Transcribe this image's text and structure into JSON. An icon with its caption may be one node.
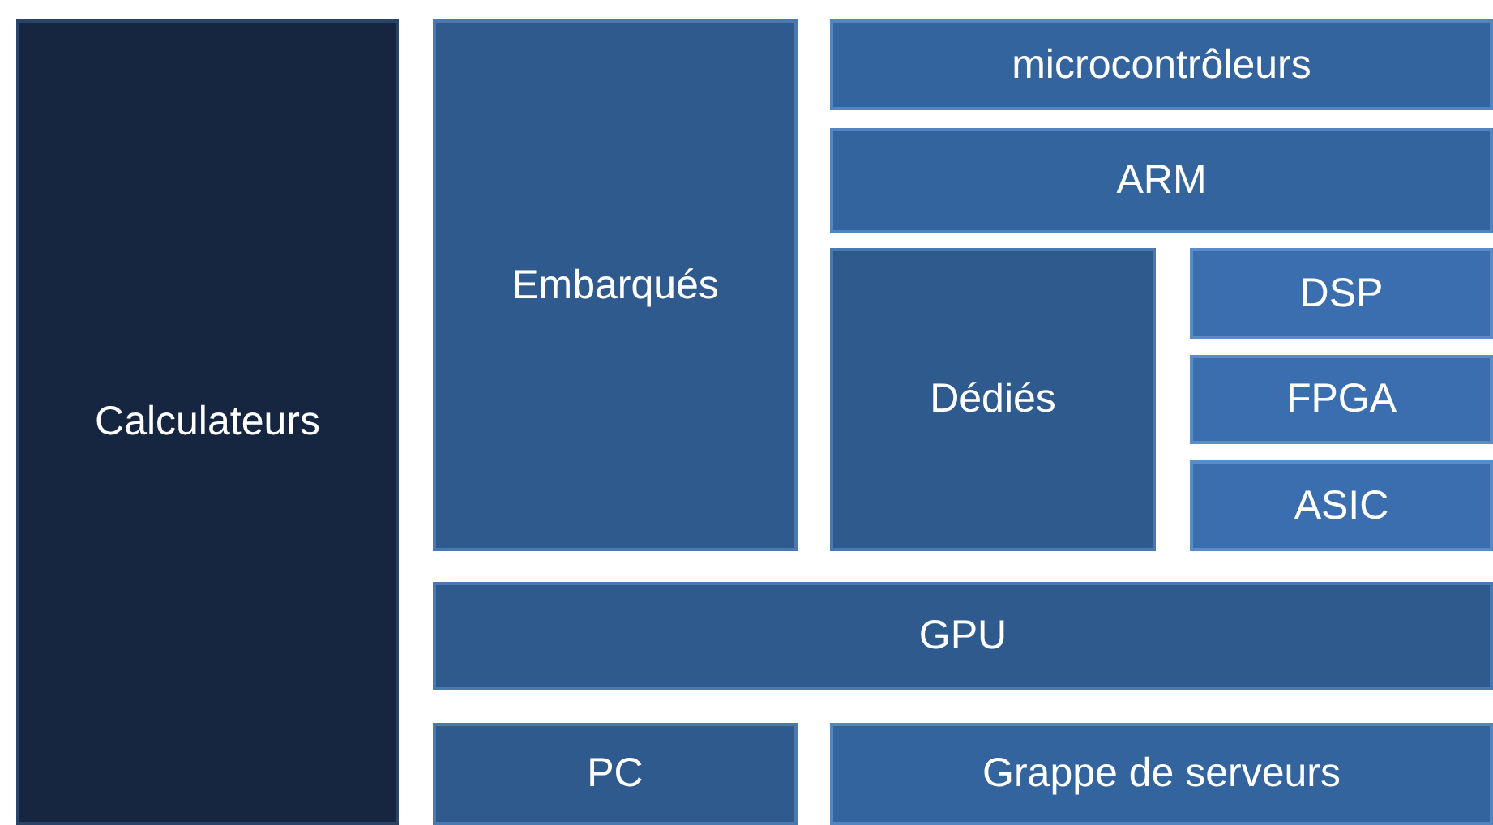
{
  "diagram": {
    "nodes": [
      {
        "text": [
          "Calculateurs"
        ]
      },
      {
        "text": [
          "Embarqués"
        ]
      },
      {
        "text": [
          "microcontrôleurs"
        ]
      },
      {
        "text": [
          "ARM"
        ]
      },
      {
        "text": [
          "Dédiés"
        ]
      },
      {
        "text": [
          "DSP"
        ]
      },
      {
        "text": [
          "FPGA"
        ]
      },
      {
        "text": [
          "ASIC"
        ]
      },
      {
        "text": [
          "GPU"
        ]
      },
      {
        "text": [
          "PC"
        ]
      },
      {
        "text": [
          "Grappe de serveurs"
        ]
      }
    ]
  }
}
